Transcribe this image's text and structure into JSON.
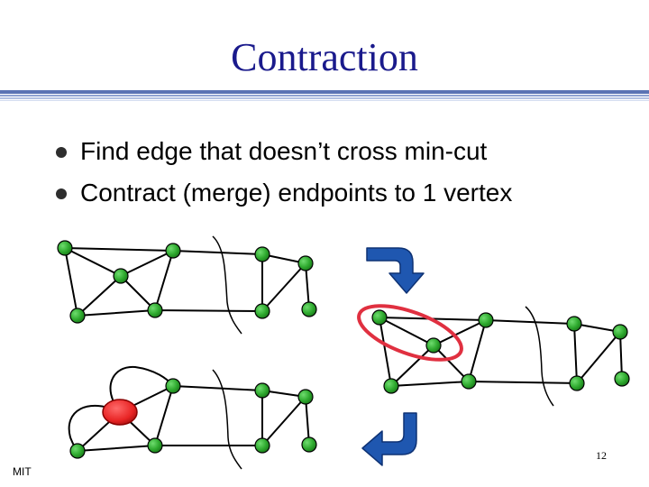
{
  "slide": {
    "title": "Contraction",
    "bullets": [
      "Find edge that doesn’t cross min-cut",
      "Contract (merge) endpoints to 1 vertex"
    ],
    "footer": "MIT",
    "page_number": "12"
  },
  "colors": {
    "title": "#1a1a8c",
    "rule": "#5b73b4",
    "node_fill": "#2faa2f",
    "merged_node": "#e82424",
    "highlight_ellipse": "#e03040",
    "arrow": "#1f57b0"
  },
  "icons": [
    "curved-arrow-down-icon",
    "curved-arrow-left-icon"
  ]
}
